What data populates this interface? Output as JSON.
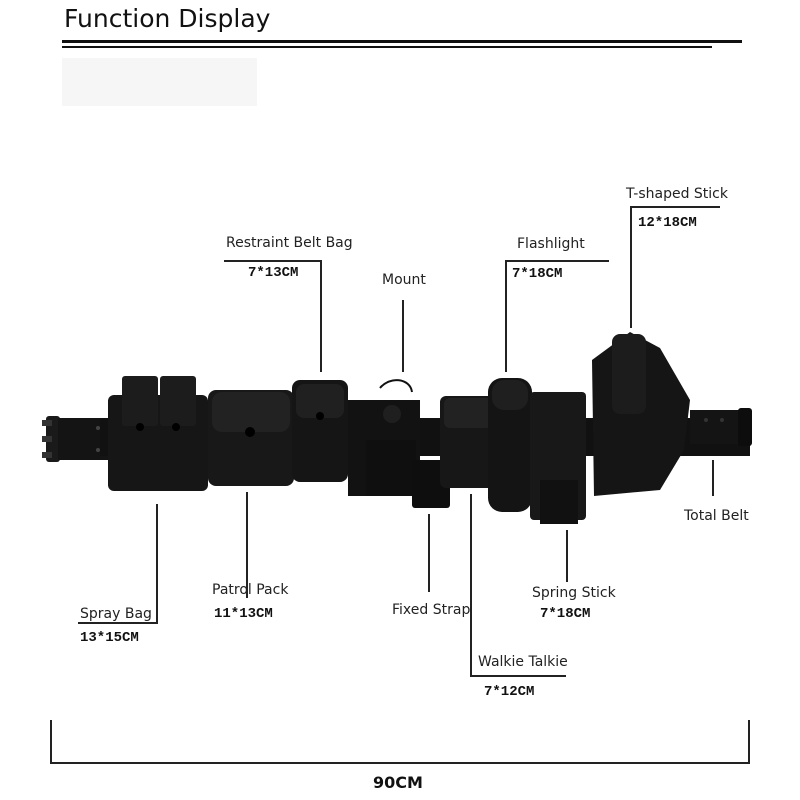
{
  "header": {
    "title": "Function Display"
  },
  "items": {
    "spray_bag": {
      "label": "Spray Bag",
      "size": "13*15CM"
    },
    "restraint_belt_bag": {
      "label": "Restraint Belt Bag",
      "size": "7*13CM"
    },
    "patrol_pack": {
      "label": "Patrol Pack",
      "size": "11*13CM"
    },
    "mount": {
      "label": "Mount"
    },
    "fixed_strap": {
      "label": "Fixed Strap"
    },
    "flashlight": {
      "label": "Flashlight",
      "size": "7*18CM"
    },
    "walkie_talkie": {
      "label": "Walkie Talkie",
      "size": "7*12CM"
    },
    "spring_stick": {
      "label": "Spring Stick",
      "size": "7*18CM"
    },
    "t_shaped_stick": {
      "label": "T-shaped Stick",
      "size": "12*18CM"
    },
    "total_belt": {
      "label": "Total Belt"
    }
  },
  "total_length": "90CM"
}
